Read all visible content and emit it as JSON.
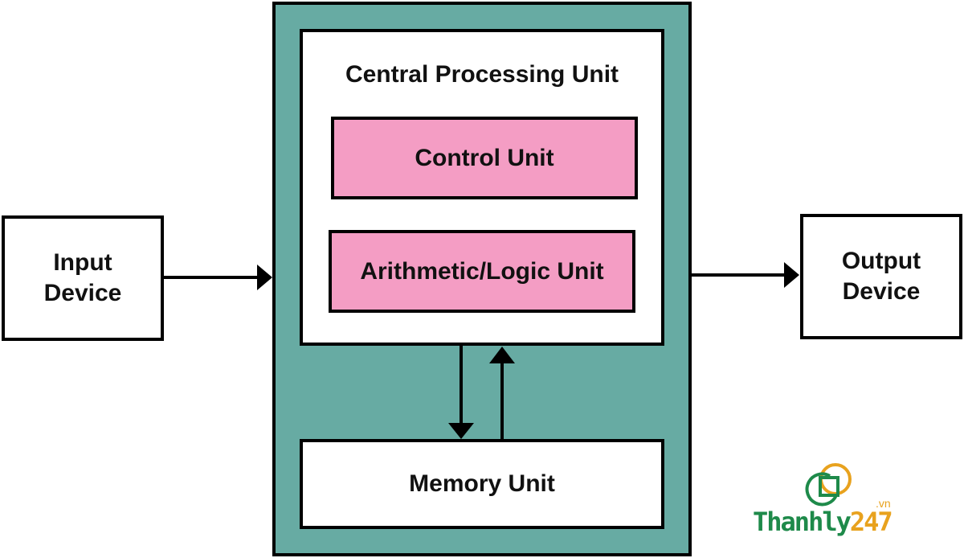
{
  "diagram": {
    "input_device": {
      "line1": "Input",
      "line2": "Device"
    },
    "output_device": {
      "line1": "Output",
      "line2": "Device"
    },
    "cpu": {
      "title": "Central Processing Unit"
    },
    "control_unit": {
      "label": "Control Unit"
    },
    "alu": {
      "label": "Arithmetic/Logic Unit"
    },
    "memory_unit": {
      "label": "Memory Unit"
    }
  },
  "logo": {
    "name_part": "Thanhly",
    "number_part": "247",
    "domain": ".vn"
  },
  "colors": {
    "outer_box": "#67aba3",
    "cpu_subunits": "#f49dc4",
    "logo_green": "#1e8a4a",
    "logo_orange": "#e8a21e"
  }
}
